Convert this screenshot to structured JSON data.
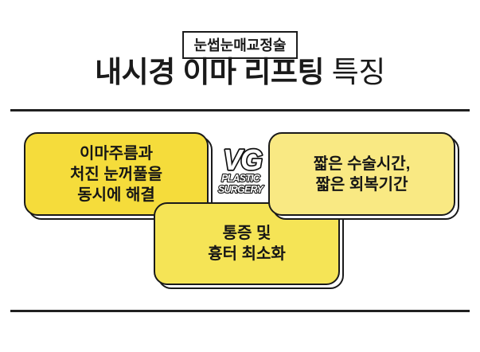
{
  "header": {
    "tag_label": "눈썹눈매교정술",
    "title_bold": "내시경 이마 리프팅",
    "title_regular": "특징"
  },
  "logo": {
    "main": "VG",
    "sub1": "PLASTIC",
    "sub2": "SURGERY"
  },
  "cards": [
    {
      "name": "forehead",
      "lines": [
        "이마주름과",
        "처진 눈꺼풀을",
        "동시에 해결"
      ],
      "bg": "#f5dc3b"
    },
    {
      "name": "time",
      "lines": [
        "짧은 수술시간,",
        "짧은 회복기간"
      ],
      "bg": "#f9e983"
    },
    {
      "name": "pain",
      "lines": [
        "통증 및",
        "흉터 최소화"
      ],
      "bg": "#f5e456"
    }
  ],
  "colors": {
    "background": "#ffffff",
    "outline": "#1a1a1a",
    "divider": "#202020",
    "logo_fill": "#ffffff",
    "logo_stroke": "#111111"
  }
}
